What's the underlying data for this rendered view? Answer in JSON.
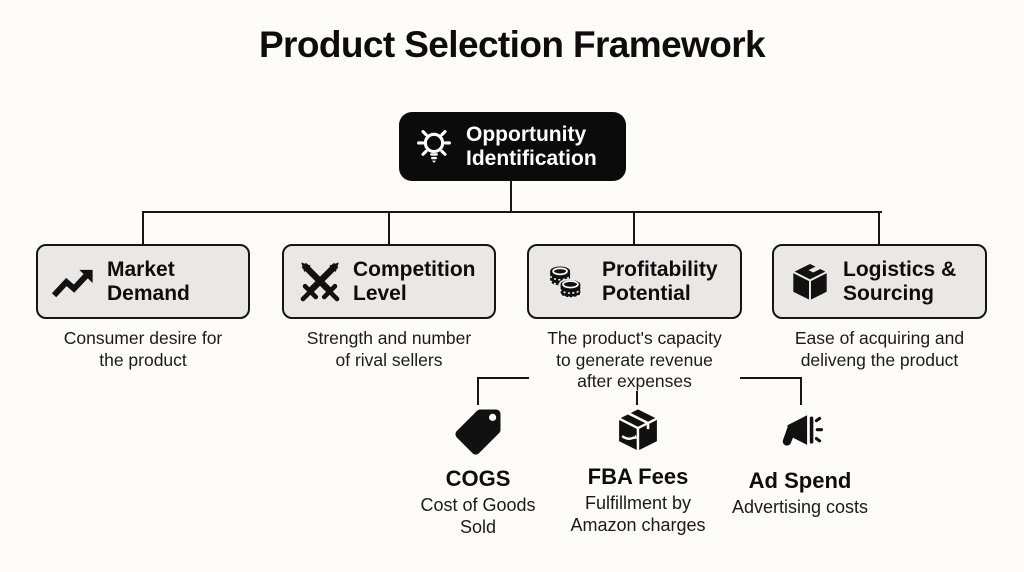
{
  "title": "Product Selection Framework",
  "root": {
    "icon": "lightbulb-icon",
    "label_line1": "Opportunity",
    "label_line2": "Identification"
  },
  "pillars": [
    {
      "icon": "trending-up-icon",
      "title_line1": "Market",
      "title_line2": "Demand",
      "description": "Consumer desire for the product"
    },
    {
      "icon": "crossed-swords-icon",
      "title_line1": "Competition",
      "title_line2": "Level",
      "description": "Strength and number of rival sellers"
    },
    {
      "icon": "coins-icon",
      "title_line1": "Profitability",
      "title_line2": "Potential",
      "description": "The product's capacity to generate revenue after expenses"
    },
    {
      "icon": "package-icon",
      "title_line1": "Logistics &",
      "title_line2": "Sourcing",
      "description": "Ease of acquiring and deliveng the product"
    }
  ],
  "cost_items": [
    {
      "icon": "price-tag-icon",
      "title": "COGS",
      "description": "Cost of Goods Sold"
    },
    {
      "icon": "amazon-box-icon",
      "title": "FBA Fees",
      "description": "Fulfillment by Amazon charges"
    },
    {
      "icon": "megaphone-icon",
      "title": "Ad Spend",
      "description": "Advertising costs"
    }
  ],
  "colors": {
    "background": "#fdfcf8",
    "node_fill": "#e9e8e4",
    "node_border": "#151515",
    "root_fill": "#0b0b0b",
    "root_text": "#ffffff",
    "text": "#161616",
    "connector": "#161616"
  }
}
